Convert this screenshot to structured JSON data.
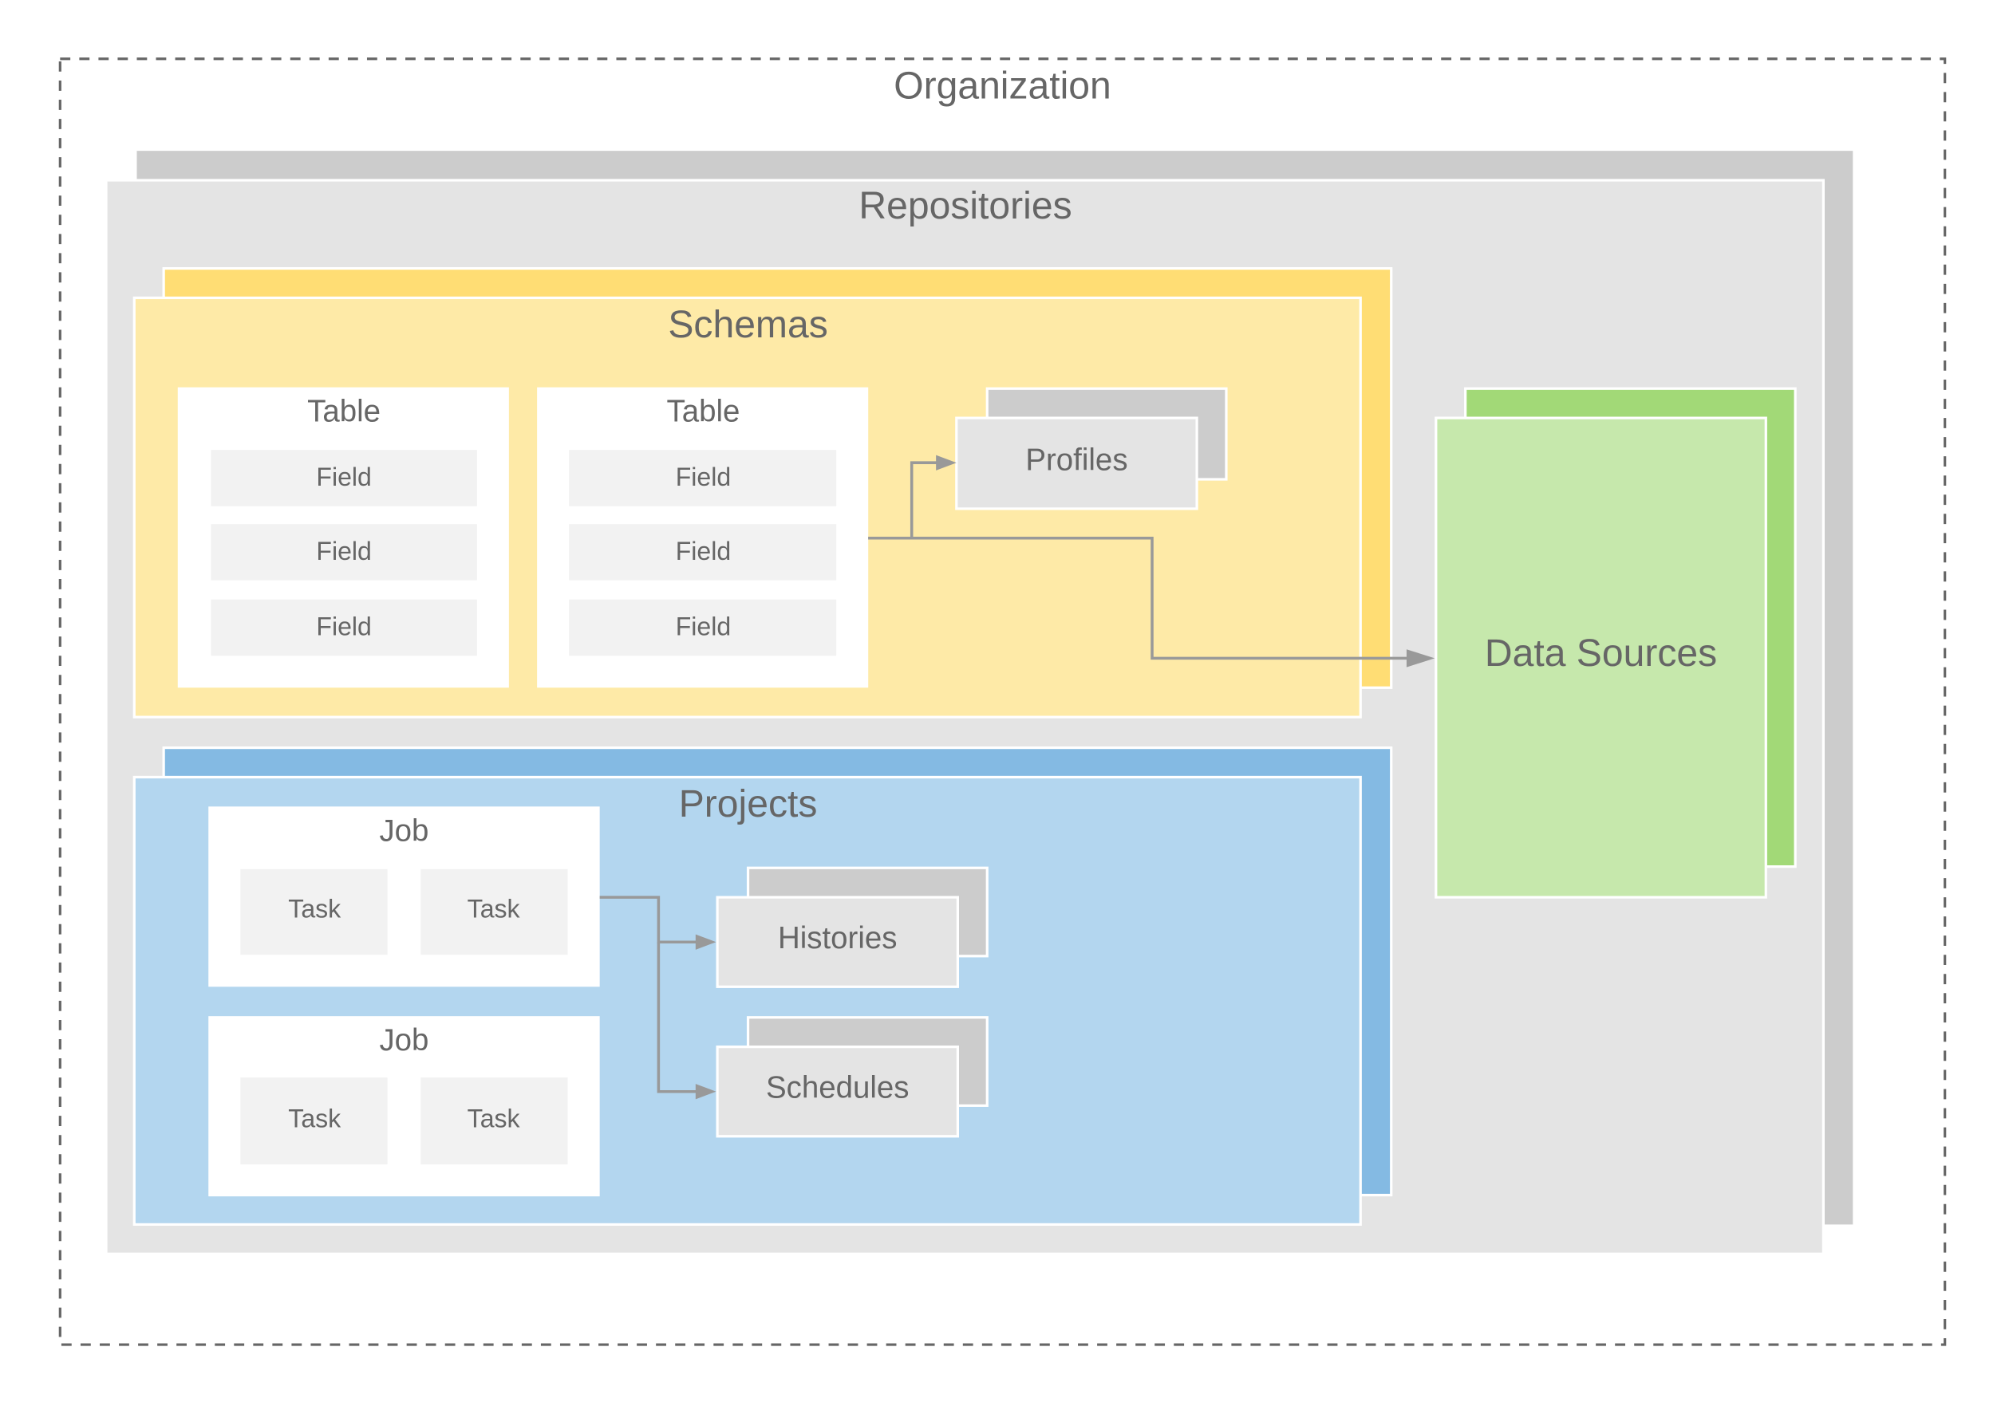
{
  "diagram": {
    "title": "Organization",
    "repositories": {
      "label": "Repositories"
    },
    "schemas": {
      "label": "Schemas",
      "tables": [
        {
          "label": "Table",
          "fields": [
            "Field",
            "Field",
            "Field"
          ]
        },
        {
          "label": "Table",
          "fields": [
            "Field",
            "Field",
            "Field"
          ]
        }
      ],
      "profiles": {
        "label": "Profiles"
      }
    },
    "projects": {
      "label": "Projects",
      "jobs": [
        {
          "label": "Job",
          "tasks": [
            "Task",
            "Task"
          ]
        },
        {
          "label": "Job",
          "tasks": [
            "Task",
            "Task"
          ]
        }
      ],
      "histories": {
        "label": "Histories"
      },
      "schedules": {
        "label": "Schedules"
      }
    },
    "data_sources": {
      "label": "Data Sources"
    },
    "connections": [
      {
        "from": "schemas.table",
        "to": "profiles"
      },
      {
        "from": "schemas.table",
        "to": "data_sources"
      },
      {
        "from": "projects.job",
        "to": "histories"
      },
      {
        "from": "projects.job",
        "to": "schedules"
      }
    ],
    "colors": {
      "org_border": "#666666",
      "repo_back": "#cccccc",
      "repo_front": "#e4e4e4",
      "schemas_back": "#ffdd74",
      "schemas_front": "#feeaa7",
      "projects_back": "#84bae3",
      "projects_front": "#b3d6ef",
      "data_sources_back": "#a2d977",
      "data_sources_front": "#c6e8ac",
      "card": "#ffffff",
      "item": "#f2f2f2",
      "stack_back": "#cccccc",
      "stack_front": "#e4e4e4",
      "connector": "#999999",
      "text": "#666666"
    }
  }
}
